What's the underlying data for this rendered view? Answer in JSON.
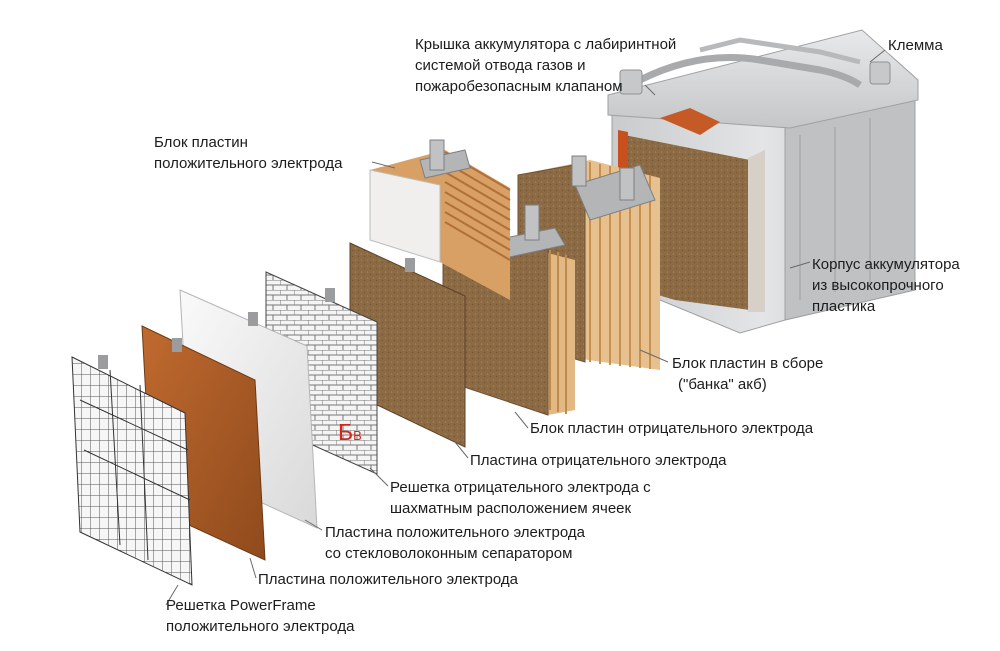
{
  "labels": {
    "lid": [
      "Крышка аккумулятора с лабиринтной",
      "системой отвода газов и",
      "пожаробезопасным клапаном"
    ],
    "terminal": [
      "Клемма"
    ],
    "pos_block": [
      "Блок пластин",
      "положительного электрода"
    ],
    "case": [
      "Корпус аккумулятора",
      "из высокопрочного",
      "пластика"
    ],
    "assembly": [
      "Блок пластин в сборе",
      "(\"банка\" акб)"
    ],
    "neg_block": [
      "Блок пластин отрицательного электрода"
    ],
    "neg_plate": [
      "Пластина отрицательного электрода"
    ],
    "neg_grid": [
      "Решетка отрицательного электрода с",
      "шахматным расположением ячеек"
    ],
    "pos_plate_sep": [
      "Пластина положительного электрода",
      "со стекловолоконным сепаратором"
    ],
    "pos_plate": [
      "Пластина положительного электрода"
    ],
    "powerframe": [
      "Решетка PowerFrame",
      "положительного электрода"
    ]
  },
  "watermark": {
    "big": "Б",
    "small": "В"
  },
  "colors": {
    "plate_brown": "#8c6a44",
    "copper": "#b4622b",
    "separator": "#ececec",
    "case_grey": "#d2d4d6",
    "text": "#1c1c1c",
    "watermark": "#d2261b"
  }
}
